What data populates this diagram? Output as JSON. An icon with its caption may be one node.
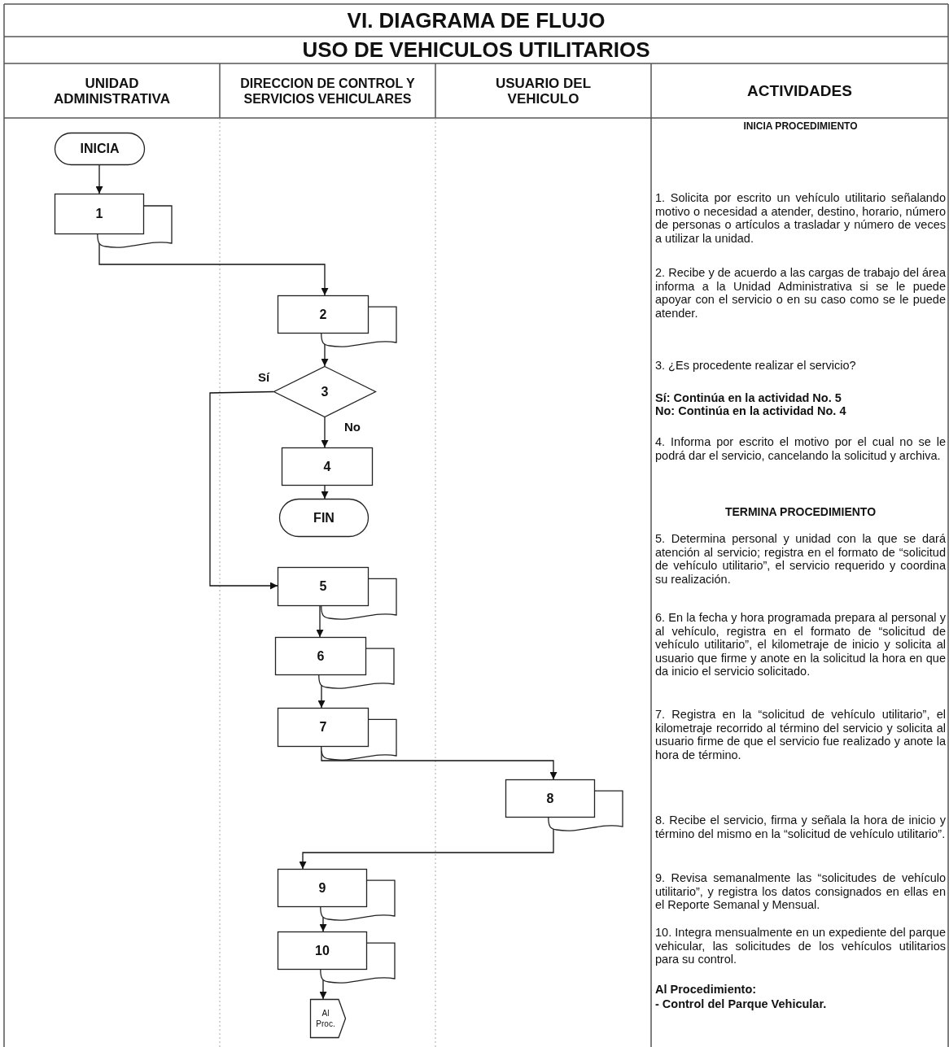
{
  "diagram": {
    "title": "VI. DIAGRAMA DE FLUJO",
    "nodes": [
      {
        "text": [
          "INICIA"
        ]
      },
      {
        "text": [
          "1"
        ]
      },
      {
        "text": [
          "2"
        ]
      },
      {
        "text": [
          "3"
        ]
      },
      {
        "text": [
          "4"
        ]
      },
      {
        "text": [
          "FIN"
        ]
      },
      {
        "text": [
          "5"
        ]
      },
      {
        "text": [
          "6"
        ]
      },
      {
        "text": [
          "7"
        ]
      },
      {
        "text": [
          "8"
        ]
      },
      {
        "text": [
          "9"
        ]
      },
      {
        "text": [
          "10"
        ]
      },
      {
        "text": [
          "Al Proc."
        ]
      }
    ],
    "edges": [
      {
        "from": 0,
        "to": 1,
        "arrow": "to"
      },
      {
        "from": 1,
        "to": 2,
        "arrow": "to"
      },
      {
        "from": 2,
        "to": 3,
        "arrow": "to"
      },
      {
        "from": 3,
        "to": 6,
        "arrow": "to",
        "label": "Sí"
      },
      {
        "from": 3,
        "to": 4,
        "arrow": "to",
        "label": "No"
      },
      {
        "from": 4,
        "to": 5,
        "arrow": "to"
      },
      {
        "from": 6,
        "to": 7,
        "arrow": "to"
      },
      {
        "from": 7,
        "to": 8,
        "arrow": "to"
      },
      {
        "from": 8,
        "to": 9,
        "arrow": "to"
      },
      {
        "from": 9,
        "to": 10,
        "arrow": "to"
      },
      {
        "from": 10,
        "to": 11,
        "arrow": "to"
      },
      {
        "from": 11,
        "to": 12,
        "arrow": "to"
      }
    ],
    "labels": [
      "USO DE VEHICULOS UTILITARIOS",
      "UNIDAD ADMINISTRATIVA",
      "DIRECCION DE CONTROL Y SERVICIOS VEHICULARES",
      "USUARIO DEL VEHICULO",
      "ACTIVIDADES",
      "INICIA PROCEDIMIENTO",
      "1. Solicita por escrito un vehículo utilitario señalando motivo o necesidad a atender, destino, horario, número de personas o artículos a trasladar y número de veces a utilizar la unidad.",
      "2. Recibe y de acuerdo a las cargas de trabajo del área informa a la Unidad Administrativa si se le puede apoyar con el servicio o en su caso como se le puede atender.",
      "3. ¿Es procedente realizar el servicio?",
      "Sí: Continúa en la actividad No. 5",
      "No: Continúa en la actividad No. 4",
      "4. Informa por escrito el motivo por el cual no se le podrá dar el servicio, cancelando la solicitud y archiva.",
      "TERMINA PROCEDIMIENTO",
      "5. Determina personal y unidad con la que se dará atención al servicio; registra en el formato de “solicitud de vehículo utilitario”, el servicio requerido y coordina su realización.",
      "6. En la fecha y hora programada prepara al personal y al vehículo, registra en el formato de “solicitud de vehículo utilitario”, el kilometraje de inicio y solicita al usuario que firme y anote en la solicitud la hora en que da inicio el servicio solicitado.",
      "7. Registra en la “solicitud de vehículo utilitario”, el kilometraje recorrido al término del servicio y solicita al usuario firme de que el servicio fue realizado y anote la hora de término.",
      "8. Recibe el servicio, firma y señala la hora de inicio y término del mismo en la “solicitud de vehículo utilitario”.",
      "9. Revisa semanalmente las “solicitudes de vehículo utilitario”, y registra los datos consignados en ellas en el Reporte Semanal y Mensual.",
      "10. Integra mensualmente en un expediente del parque vehicular, las solicitudes de los vehículos utilitarios para su control.",
      "Al Procedimiento:",
      "- Control del Parque Vehicular."
    ]
  }
}
